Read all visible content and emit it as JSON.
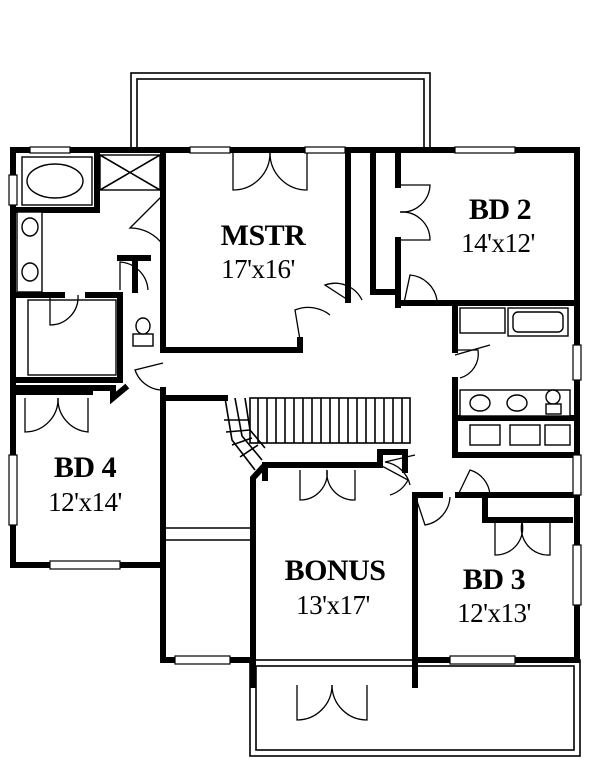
{
  "floor_plan": {
    "rooms": [
      {
        "id": "mstr",
        "name": "MSTR",
        "dims": "17'x16'"
      },
      {
        "id": "bd2",
        "name": "BD 2",
        "dims": "14'x12'"
      },
      {
        "id": "bd4",
        "name": "BD 4",
        "dims": "12'x14'"
      },
      {
        "id": "bonus",
        "name": "BONUS",
        "dims": "13'x17'"
      },
      {
        "id": "bd3",
        "name": "BD 3",
        "dims": "12'x13'"
      }
    ]
  }
}
